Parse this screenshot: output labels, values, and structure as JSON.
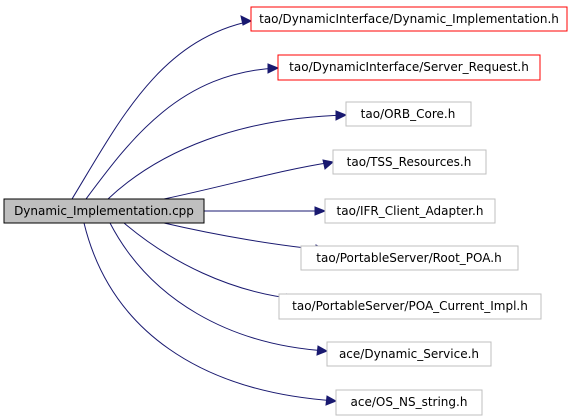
{
  "graph": {
    "root": {
      "label": "Dynamic_Implementation.cpp"
    },
    "includes": [
      {
        "label": "tao/DynamicInterface/Dynamic_Implementation.h",
        "status": "missing"
      },
      {
        "label": "tao/DynamicInterface/Server_Request.h",
        "status": "missing"
      },
      {
        "label": "tao/ORB_Core.h",
        "status": "normal"
      },
      {
        "label": "tao/TSS_Resources.h",
        "status": "normal"
      },
      {
        "label": "tao/IFR_Client_Adapter.h",
        "status": "normal"
      },
      {
        "label": "tao/PortableServer/Root_POA.h",
        "status": "normal"
      },
      {
        "label": "tao/PortableServer/POA_Current_Impl.h",
        "status": "normal"
      },
      {
        "label": "ace/Dynamic_Service.h",
        "status": "normal"
      },
      {
        "label": "ace/OS_NS_string.h",
        "status": "normal"
      }
    ],
    "colors": {
      "edge": "#191970",
      "missing_border": "#ff0000",
      "normal_border": "#bfbfbf",
      "root_fill": "#bfbfbf"
    }
  }
}
